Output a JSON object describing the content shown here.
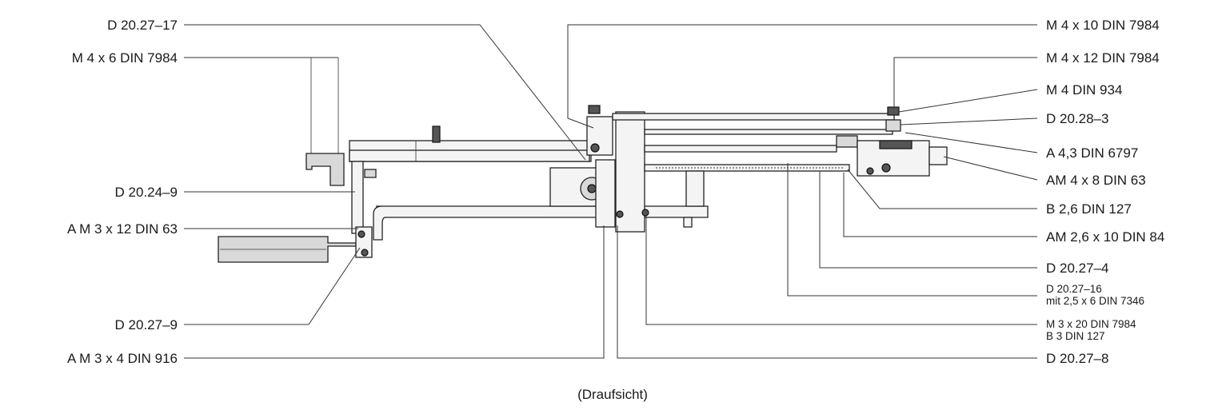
{
  "labels_left": [
    {
      "id": "l1",
      "text": "D 20.27–17"
    },
    {
      "id": "l2",
      "text": "M 4 x 6 DIN 7984"
    },
    {
      "id": "l3",
      "text": "D 20.24–9"
    },
    {
      "id": "l4",
      "text": "A M 3 x 12 DIN 63"
    },
    {
      "id": "l5",
      "text": "D 20.27–9"
    },
    {
      "id": "l6",
      "text": "A M 3 x 4 DIN 916"
    }
  ],
  "labels_right": [
    {
      "id": "r1",
      "text": "M 4 x 10 DIN 7984"
    },
    {
      "id": "r2",
      "text": "M 4 x 12 DIN 7984"
    },
    {
      "id": "r3",
      "text": "M 4 DIN 934"
    },
    {
      "id": "r4",
      "text": "D 20.28–3"
    },
    {
      "id": "r5",
      "text": "A 4,3 DIN 6797"
    },
    {
      "id": "r6",
      "text": "AM 4 x 8 DIN 63"
    },
    {
      "id": "r7",
      "text": "B 2,6 DIN 127"
    },
    {
      "id": "r8",
      "text": "AM 2,6 x 10 DIN 84"
    },
    {
      "id": "r9",
      "text": "D 20.27–4"
    },
    {
      "id": "r10a",
      "text": "D 20.27–16"
    },
    {
      "id": "r10b",
      "text": "mit 2,5 x 6 DIN 7346"
    },
    {
      "id": "r11a",
      "text": "M 3 x 20 DIN 7984"
    },
    {
      "id": "r11b",
      "text": "B 3 DIN 127"
    },
    {
      "id": "r12",
      "text": "D 20.27–8"
    }
  ],
  "caption": "(Draufsicht)"
}
